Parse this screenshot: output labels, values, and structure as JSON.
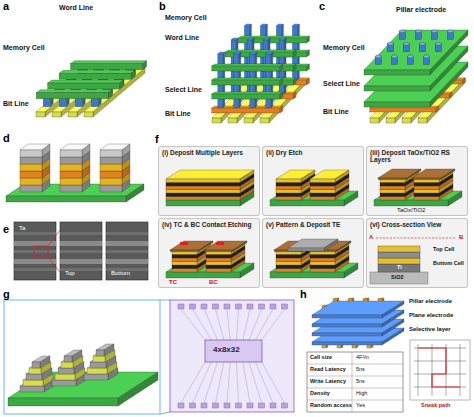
{
  "diagram": {
    "nodes": [
      {
        "text": [
          "(i) Deposit Multiple Layers"
        ]
      },
      {
        "text": [
          "(ii) Dry Etch"
        ]
      },
      {
        "text": [
          "(iii) Deposit TaOx/TiO2 RS Layers"
        ]
      },
      {
        "text": [
          "(iv) TC & BC Contact Etching"
        ]
      },
      {
        "text": [
          "(v) Pattern & Deposit TE"
        ]
      },
      {
        "text": [
          "(vi) Cross-section View"
        ]
      }
    ],
    "labels": [
      "a",
      "Word Line",
      "Memory Cell",
      "Bit Line",
      "b",
      "Memory Cell",
      "Word Line",
      "Select Line",
      "Bit Line",
      "c",
      "Pillar electrode",
      "Memory Cell",
      "Select Line",
      "Bit Line",
      "d",
      "e",
      "Ta",
      "Top",
      "Bottom",
      "f",
      "g",
      "4x8x32",
      "h",
      "Pillar electrode",
      "Plane electrode",
      "Selective layer",
      "Cell size",
      "4F²/n",
      "Read Latency",
      "5ns",
      "Write Latency",
      "5ns",
      "Density",
      "High",
      "Random access",
      "Yes",
      "Sneak path",
      "TaOx/TiO2",
      "TC",
      "BC",
      "A",
      "B",
      "Top Cell",
      "Bottom Cell",
      "Ti",
      "SiO2"
    ]
  }
}
